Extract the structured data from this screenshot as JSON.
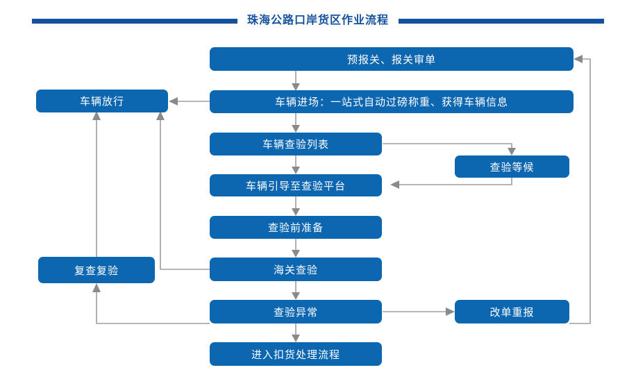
{
  "header": {
    "title": "珠海公路口岸货区作业流程",
    "bar_color": "#14519e"
  },
  "theme": {
    "node_fill": "#0c66b0",
    "node_text": "#ffffff",
    "connector": "#9d9d9d",
    "background": "#ffffff"
  },
  "flow": {
    "nodes": [
      {
        "id": "pre-declaration",
        "label": "预报关、报关审单"
      },
      {
        "id": "vehicle-entry",
        "label": "车辆进场：一站式自动过磅称重、获得车辆信息"
      },
      {
        "id": "vehicle-release",
        "label": "车辆放行"
      },
      {
        "id": "inspection-list",
        "label": "车辆查验列表"
      },
      {
        "id": "inspection-waiting",
        "label": "查验等候"
      },
      {
        "id": "guide-to-platform",
        "label": "车辆引导至查验平台"
      },
      {
        "id": "pre-inspection-prep",
        "label": "查验前准备"
      },
      {
        "id": "customs-inspection",
        "label": "海关查验"
      },
      {
        "id": "recheck",
        "label": "复查复验"
      },
      {
        "id": "inspection-abnormal",
        "label": "查验异常"
      },
      {
        "id": "amend-redeclare",
        "label": "改单重报"
      },
      {
        "id": "detention-process",
        "label": "进入扣货处理流程"
      }
    ],
    "edges": [
      {
        "from": "pre-declaration",
        "to": "vehicle-entry"
      },
      {
        "from": "vehicle-entry",
        "to": "vehicle-release"
      },
      {
        "from": "vehicle-entry",
        "to": "inspection-list"
      },
      {
        "from": "inspection-list",
        "to": "inspection-waiting"
      },
      {
        "from": "inspection-waiting",
        "to": "guide-to-platform"
      },
      {
        "from": "inspection-list",
        "to": "guide-to-platform"
      },
      {
        "from": "guide-to-platform",
        "to": "pre-inspection-prep"
      },
      {
        "from": "pre-inspection-prep",
        "to": "customs-inspection"
      },
      {
        "from": "customs-inspection",
        "to": "vehicle-release"
      },
      {
        "from": "customs-inspection",
        "to": "inspection-abnormal"
      },
      {
        "from": "recheck",
        "to": "vehicle-release"
      },
      {
        "from": "inspection-abnormal",
        "to": "recheck"
      },
      {
        "from": "inspection-abnormal",
        "to": "amend-redeclare"
      },
      {
        "from": "inspection-abnormal",
        "to": "detention-process"
      },
      {
        "from": "amend-redeclare",
        "to": "pre-declaration"
      }
    ]
  }
}
